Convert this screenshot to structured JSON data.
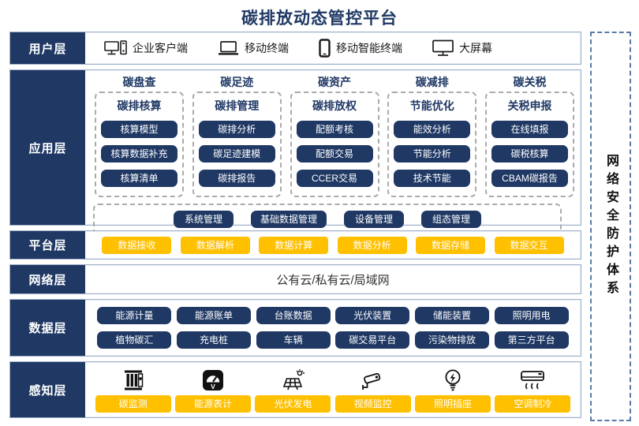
{
  "title": "碳排放动态管控平台",
  "colors": {
    "navy": "#1F3864",
    "yellow": "#FFC000"
  },
  "security_bar": {
    "label": "网络安全防护体系"
  },
  "layers": {
    "user": {
      "label": "用户层",
      "items": [
        {
          "icon": "desktop-client-icon",
          "label": "企业客户端"
        },
        {
          "icon": "laptop-icon",
          "label": "移动终端"
        },
        {
          "icon": "smartphone-icon",
          "label": "移动智能终端"
        },
        {
          "icon": "big-screen-icon",
          "label": "大屏幕"
        }
      ]
    },
    "app": {
      "label": "应用层",
      "columns": [
        {
          "header": "碳盘查",
          "title": "碳排核算",
          "buttons": [
            "核算模型",
            "核算数据补充",
            "核算清单"
          ]
        },
        {
          "header": "碳足迹",
          "title": "碳排管理",
          "buttons": [
            "碳排分析",
            "碳足迹建模",
            "碳排报告"
          ]
        },
        {
          "header": "碳资产",
          "title": "碳排放权",
          "buttons": [
            "配额考核",
            "配额交易",
            "CCER交易"
          ]
        },
        {
          "header": "碳减排",
          "title": "节能优化",
          "buttons": [
            "能效分析",
            "节能分析",
            "技术节能"
          ]
        },
        {
          "header": "碳关税",
          "title": "关税申报",
          "buttons": [
            "在线填报",
            "碳税核算",
            "CBAM碳报告"
          ]
        }
      ],
      "common_buttons": [
        "系统管理",
        "基础数据管理",
        "设备管理",
        "组态管理"
      ]
    },
    "platform": {
      "label": "平台层",
      "buttons": [
        "数据接收",
        "数据解析",
        "数据计算",
        "数据分析",
        "数据存储",
        "数据交互"
      ]
    },
    "network": {
      "label": "网络层",
      "text": "公有云/私有云/局域网"
    },
    "data": {
      "label": "数据层",
      "rows": [
        [
          "能源计量",
          "能源账单",
          "台账数据",
          "光伏装置",
          "储能装置",
          "照明用电"
        ],
        [
          "植物碳汇",
          "充电桩",
          "车辆",
          "碳交易平台",
          "污染物排放",
          "第三方平台"
        ]
      ]
    },
    "perception": {
      "label": "感知层",
      "items": [
        {
          "icon": "carbon-monitor-icon",
          "label": "碳监测"
        },
        {
          "icon": "energy-meter-icon",
          "label": "能源表计"
        },
        {
          "icon": "solar-power-icon",
          "label": "光伏发电"
        },
        {
          "icon": "cctv-icon",
          "label": "视频监控"
        },
        {
          "icon": "light-socket-icon",
          "label": "照明插座"
        },
        {
          "icon": "air-conditioner-icon",
          "label": "空调制冷"
        }
      ]
    }
  }
}
